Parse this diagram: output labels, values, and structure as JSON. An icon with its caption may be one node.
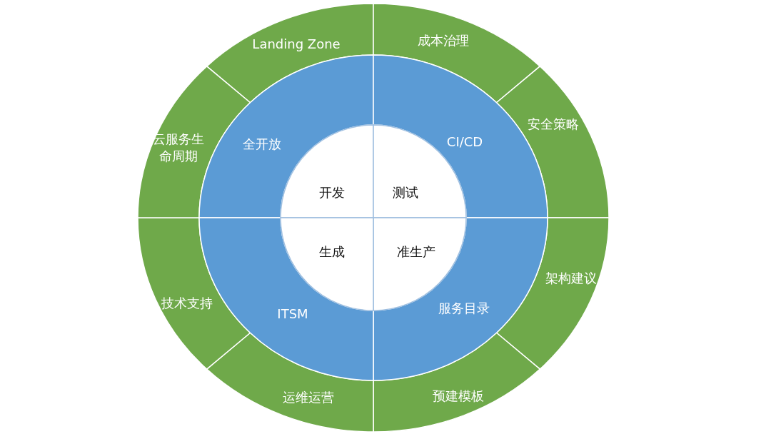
{
  "diagram": {
    "nodes": [
      {
        "text": [
          "Landing Zone"
        ]
      },
      {
        "text": [
          "成本治理"
        ]
      },
      {
        "text": [
          "安全策略"
        ]
      },
      {
        "text": [
          "架构建议"
        ]
      },
      {
        "text": [
          "预建模板"
        ]
      },
      {
        "text": [
          "运维运营"
        ]
      },
      {
        "text": [
          "技术支持"
        ]
      },
      {
        "text": [
          "云服务生命周期"
        ]
      },
      {
        "text": [
          "全开放"
        ]
      },
      {
        "text": [
          "CI/CD"
        ]
      },
      {
        "text": [
          "服务目录"
        ]
      },
      {
        "text": [
          "ITSM"
        ]
      },
      {
        "text": [
          "开发"
        ]
      },
      {
        "text": [
          "测试"
        ]
      },
      {
        "text": [
          "准生产"
        ]
      },
      {
        "text": [
          "生成"
        ]
      }
    ],
    "edges": []
  }
}
